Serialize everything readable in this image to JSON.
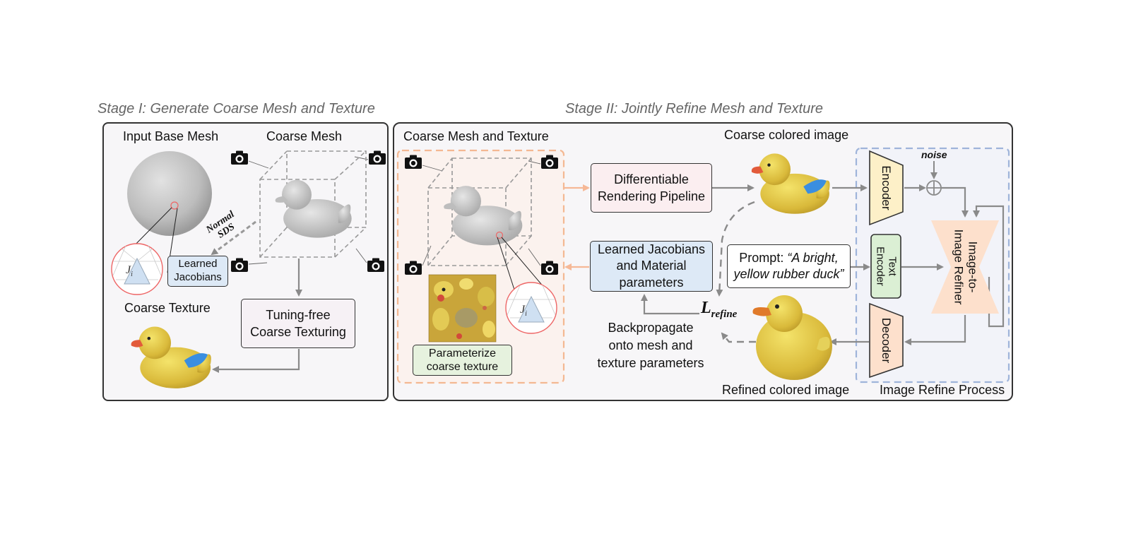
{
  "stage1": {
    "title": "Stage I: Generate Coarse Mesh and Texture",
    "input_base_mesh": "Input Base Mesh",
    "coarse_mesh": "Coarse Mesh",
    "normal_sds_line1": "Normal",
    "normal_sds_line2": "SDS",
    "jacobian_symbol": "J",
    "jacobian_sub": "i",
    "learned_jacobians_line1": "Learned",
    "learned_jacobians_line2": "Jacobians",
    "tuning_free_line1": "Tuning-free",
    "tuning_free_line2": "Coarse Texturing",
    "coarse_texture": "Coarse Texture"
  },
  "stage2": {
    "title": "Stage II: Jointly Refine Mesh and Texture",
    "coarse_mesh_and_texture": "Coarse Mesh and Texture",
    "diff_render_line1": "Differentiable",
    "diff_render_line2": "Rendering Pipeline",
    "coarse_colored_image": "Coarse colored image",
    "learned_params_line1": "Learned Jacobians",
    "learned_params_line2": "and Material",
    "learned_params_line3": "parameters",
    "prompt_prefix": "Prompt: ",
    "prompt_line1": "“A bright,",
    "prompt_line2": "yellow rubber duck”",
    "parameterize_line1": "Parameterize",
    "parameterize_line2": "coarse texture",
    "loss_symbol": "L",
    "loss_sub": "refine",
    "backprop_line1": "Backpropagate",
    "backprop_line2": "onto mesh and",
    "backprop_line3": "texture parameters",
    "refined_colored_image": "Refined colored image",
    "encoder": "Encoder",
    "noise": "noise",
    "text_encoder_line1": "Text",
    "text_encoder_line2": "Encoder",
    "refiner_line1": "Image-to-",
    "refiner_line2": "Image Refiner",
    "decoder": "Decoder",
    "image_refine_process": "Image Refine Process",
    "jacobian_symbol": "J",
    "jacobian_sub": "i"
  },
  "colors": {
    "panel_bg": "#f7f6f8",
    "panel_border": "#333333",
    "orange_dash": "#f4b892",
    "blue_dash": "#9fb4da",
    "diff_render_fill": "#fbeef0",
    "learned_fill": "#dde9f6",
    "tuning_fill": "#f6f1f5",
    "parameterize_fill": "#e6f2de",
    "encoder_fill": "#fdf0c8",
    "text_encoder_fill": "#dbefd4",
    "refiner_fill": "#fde0cc",
    "decoder_fill": "#fde0cc",
    "arrow_gray": "#8a8a8a",
    "arrow_orange": "#f6b896",
    "duck_yellow": "#e8cf3c",
    "duck_beak": "#e25a3a",
    "duck_wing": "#3a8ee0"
  }
}
